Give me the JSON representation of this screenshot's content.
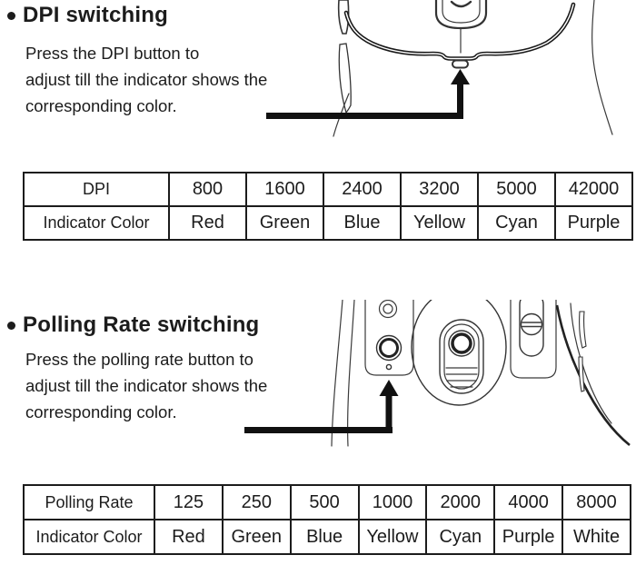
{
  "colors": {
    "ink": "#1c1c1c",
    "line_art": "#333333",
    "arrow": "#111111",
    "background": "#ffffff"
  },
  "icons": {
    "bullet": "filled-circle",
    "callout_arrow": "thick-elbow-arrow-pointing-up"
  },
  "sections": {
    "dpi": {
      "title": "DPI switching",
      "lines": [
        "Press the DPI button to",
        "adjust till the indicator shows the",
        "corresponding color."
      ],
      "illustration": "mouse-top-front-view-arrow-to-dpi-button",
      "table": {
        "row1": [
          "DPI",
          "800",
          "1600",
          "2400",
          "3200",
          "5000",
          "42000"
        ],
        "row2": [
          "Indicator Color",
          "Red",
          "Green",
          "Blue",
          "Yellow",
          "Cyan",
          "Purple"
        ]
      }
    },
    "polling": {
      "title": "Polling Rate switching",
      "lines": [
        "Press the polling rate button to",
        "adjust till the indicator shows the",
        "corresponding color."
      ],
      "illustration": "mouse-bottom-view-arrow-to-polling-rate-indicator",
      "table": {
        "row1": [
          "Polling Rate",
          "125",
          "250",
          "500",
          "1000",
          "2000",
          "4000",
          "8000"
        ],
        "row2": [
          "Indicator Color",
          "Red",
          "Green",
          "Blue",
          "Yellow",
          "Cyan",
          "Purple",
          "White"
        ]
      }
    }
  }
}
